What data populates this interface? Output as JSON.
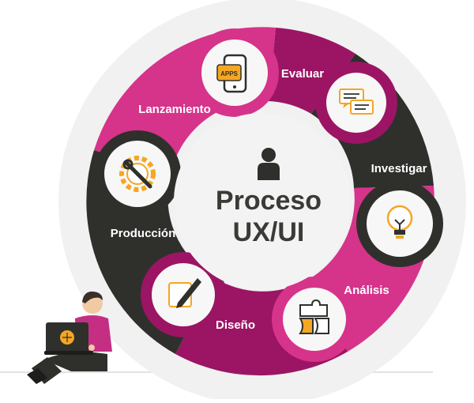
{
  "diagram": {
    "center": {
      "title_line1": "Proceso",
      "title_line2": "UX/UI",
      "icon": "user-silhouette-icon"
    },
    "stages": [
      {
        "label": "Evaluar",
        "icon": "chat-bubbles-icon"
      },
      {
        "label": "Investigar",
        "icon": "lightbulb-icon"
      },
      {
        "label": "Análisis",
        "icon": "puzzle-icon"
      },
      {
        "label": "Diseño",
        "icon": "pencil-icon"
      },
      {
        "label": "Producción",
        "icon": "gear-wrench-icon"
      },
      {
        "label": "Lanzamiento",
        "icon": "mobile-apps-icon"
      }
    ],
    "apps_badge": "APPS",
    "figure": {
      "description_icon": "person-with-laptop-icon"
    }
  },
  "colors": {
    "magenta": "#d6338a",
    "purple": "#9b1564",
    "dark": "#2f302c",
    "ring_bg": "#eeeeee",
    "center_bg": "#f3f3f3",
    "icon_accent": "#f5a623",
    "text_dark": "#3a3a36"
  }
}
